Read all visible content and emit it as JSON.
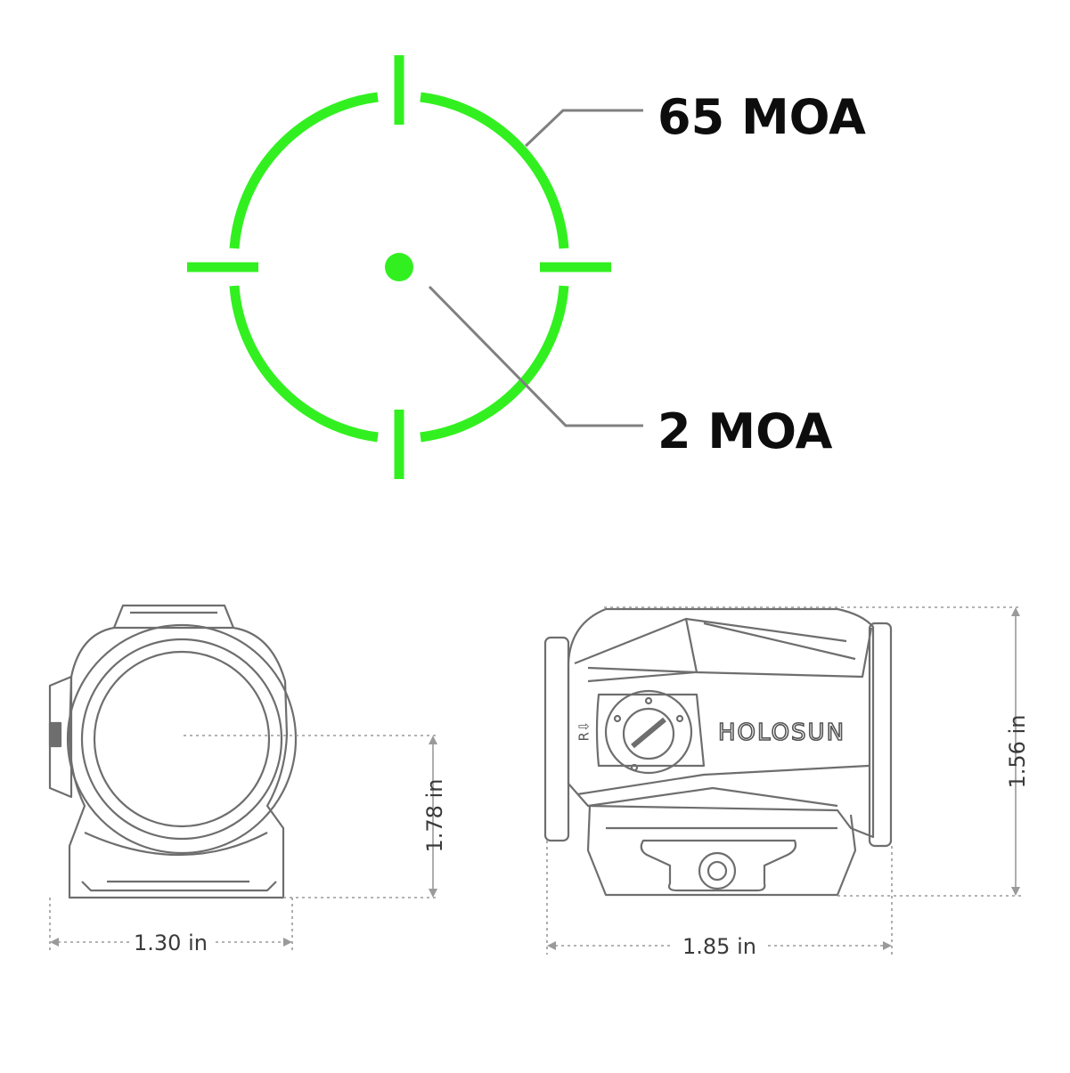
{
  "reticle": {
    "color": "#32f020",
    "outer_ring_label": "65 MOA",
    "center_dot_label": "2 MOA",
    "leader_color": "#808080"
  },
  "front_view": {
    "width_label": "1.30 in",
    "height_label": "1.78 in"
  },
  "side_view": {
    "brand": "HOLOSUN",
    "rear_marking": "R⇩",
    "length_label": "1.85 in",
    "height_label": "1.56 in"
  },
  "drawing_colors": {
    "outline": "#6e6e6e",
    "dimension_line": "#9a9a9a"
  }
}
